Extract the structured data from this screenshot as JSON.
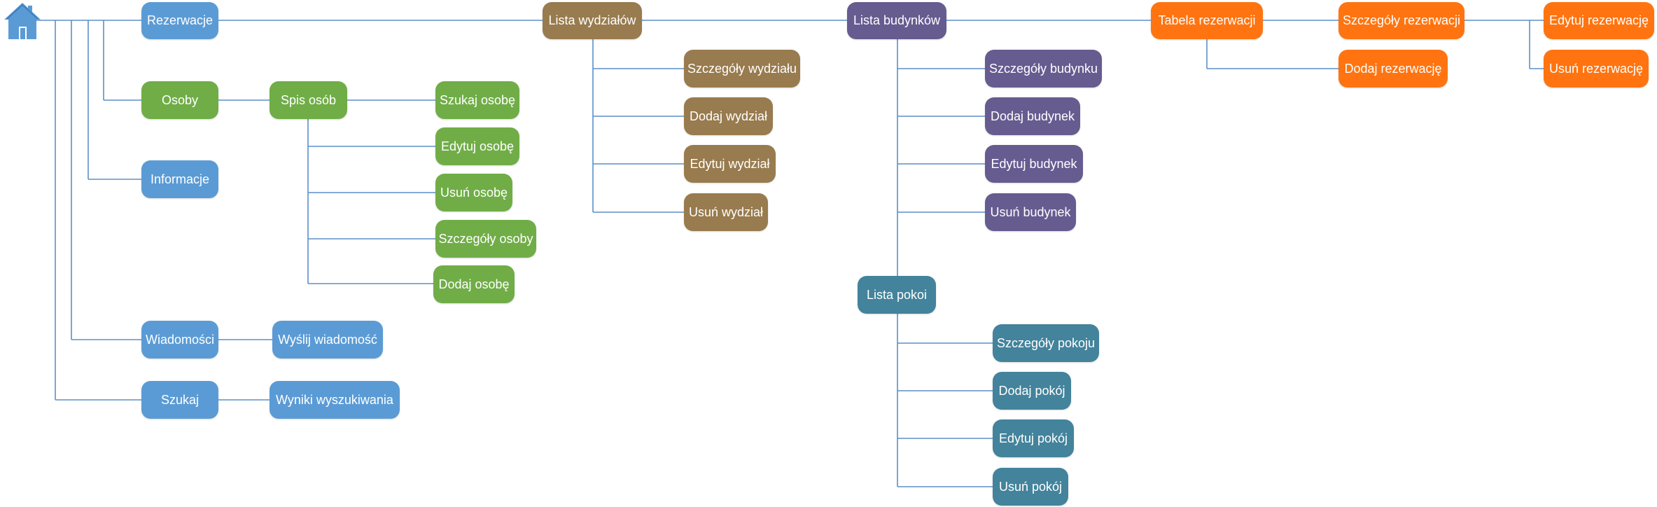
{
  "diagram": {
    "colors": {
      "line": "#5b8fc9",
      "blue": "#5b9bd5",
      "green": "#70ad47",
      "brown": "#987b4e",
      "purple": "#665c90",
      "teal": "#43839b",
      "orange": "#ff7410"
    },
    "home_icon": "home-icon",
    "nodes": {
      "rezerwacje": "Rezerwacje",
      "osoby": "Osoby",
      "informacje": "Informacje",
      "wiadomosci": "Wiadomości",
      "szukaj": "Szukaj",
      "spis_osob": "Spis osób",
      "szukaj_osobe": "Szukaj osobę",
      "edytuj_osobe": "Edytuj osobę",
      "usun_osobe": "Usuń osobę",
      "szczegoly_osoby": "Szczegóły osoby",
      "dodaj_osobe": "Dodaj osobę",
      "wyslij_wiadomosc": "Wyślij wiadomość",
      "wyniki_wyszukiwania": "Wyniki wyszukiwania",
      "lista_wydzialow": "Lista wydziałów",
      "szczegoly_wydzialu": "Szczegóły wydziału",
      "dodaj_wydzial": "Dodaj wydział",
      "edytuj_wydzial": "Edytuj wydział",
      "usun_wydzial": "Usuń wydział",
      "lista_budynkow": "Lista budynków",
      "szczegoly_budynku": "Szczegóły budynku",
      "dodaj_budynek": "Dodaj budynek",
      "edytuj_budynek": "Edytuj budynek",
      "usun_budynek": "Usuń budynek",
      "lista_pokoi": "Lista pokoi",
      "szczegoly_pokoju": "Szczegóły pokoju",
      "dodaj_pokoj": "Dodaj pokój",
      "edytuj_pokoj": "Edytuj pokój",
      "usun_pokoj": "Usuń pokój",
      "tabela_rezerwacji": "Tabela rezerwacji",
      "szczegoly_rezerwacji": "Szczegóły rezerwacji",
      "dodaj_rezerwacje": "Dodaj rezerwację",
      "edytuj_rezerwacje": "Edytuj rezerwację",
      "usun_rezerwacje": "Usuń rezerwację"
    }
  }
}
